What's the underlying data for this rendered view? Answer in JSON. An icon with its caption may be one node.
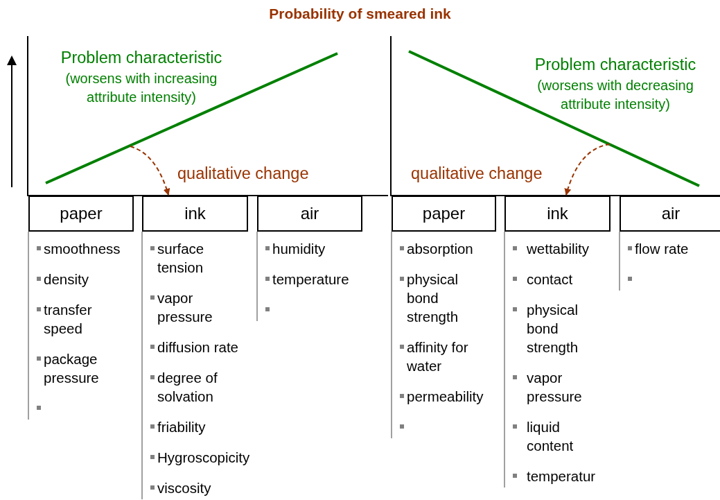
{
  "diagram": {
    "title": "Probability of smeared ink",
    "nodes": [
      {
        "text": [
          "paper"
        ],
        "beside": [
          "smoothness",
          "density",
          "transfer speed",
          "package pressure"
        ]
      },
      {
        "text": [
          "ink"
        ],
        "beside": [
          "surface tension",
          "vapor pressure",
          "diffusion rate",
          "degree of solvation",
          "friability",
          "Hygroscopicity",
          "viscosity"
        ]
      },
      {
        "text": [
          "air"
        ],
        "beside": [
          "humidity",
          "temperature"
        ]
      },
      {
        "text": [
          "paper"
        ],
        "beside": [
          "absorption",
          "physical bond strength",
          "affinity for water",
          "permeability"
        ]
      },
      {
        "text": [
          "ink"
        ],
        "beside": [
          "wettability",
          "contact",
          "physical bond strength",
          "vapor pressure",
          "liquid content",
          "temperatur"
        ]
      },
      {
        "text": [
          "air"
        ],
        "beside": [
          "flow rate"
        ]
      }
    ],
    "edges": [
      {
        "from": null,
        "to": 1,
        "arrow": "to",
        "style": "dashed",
        "label": "qualitative change"
      },
      {
        "from": null,
        "to": 4,
        "arrow": "to",
        "style": "dashed",
        "label": "qualitative change"
      }
    ],
    "labels": [
      "Problem characteristic",
      "(worsens with increasing attribute intensity)",
      "Problem characteristic",
      "(worsens with decreasing attribute intensity)"
    ]
  }
}
